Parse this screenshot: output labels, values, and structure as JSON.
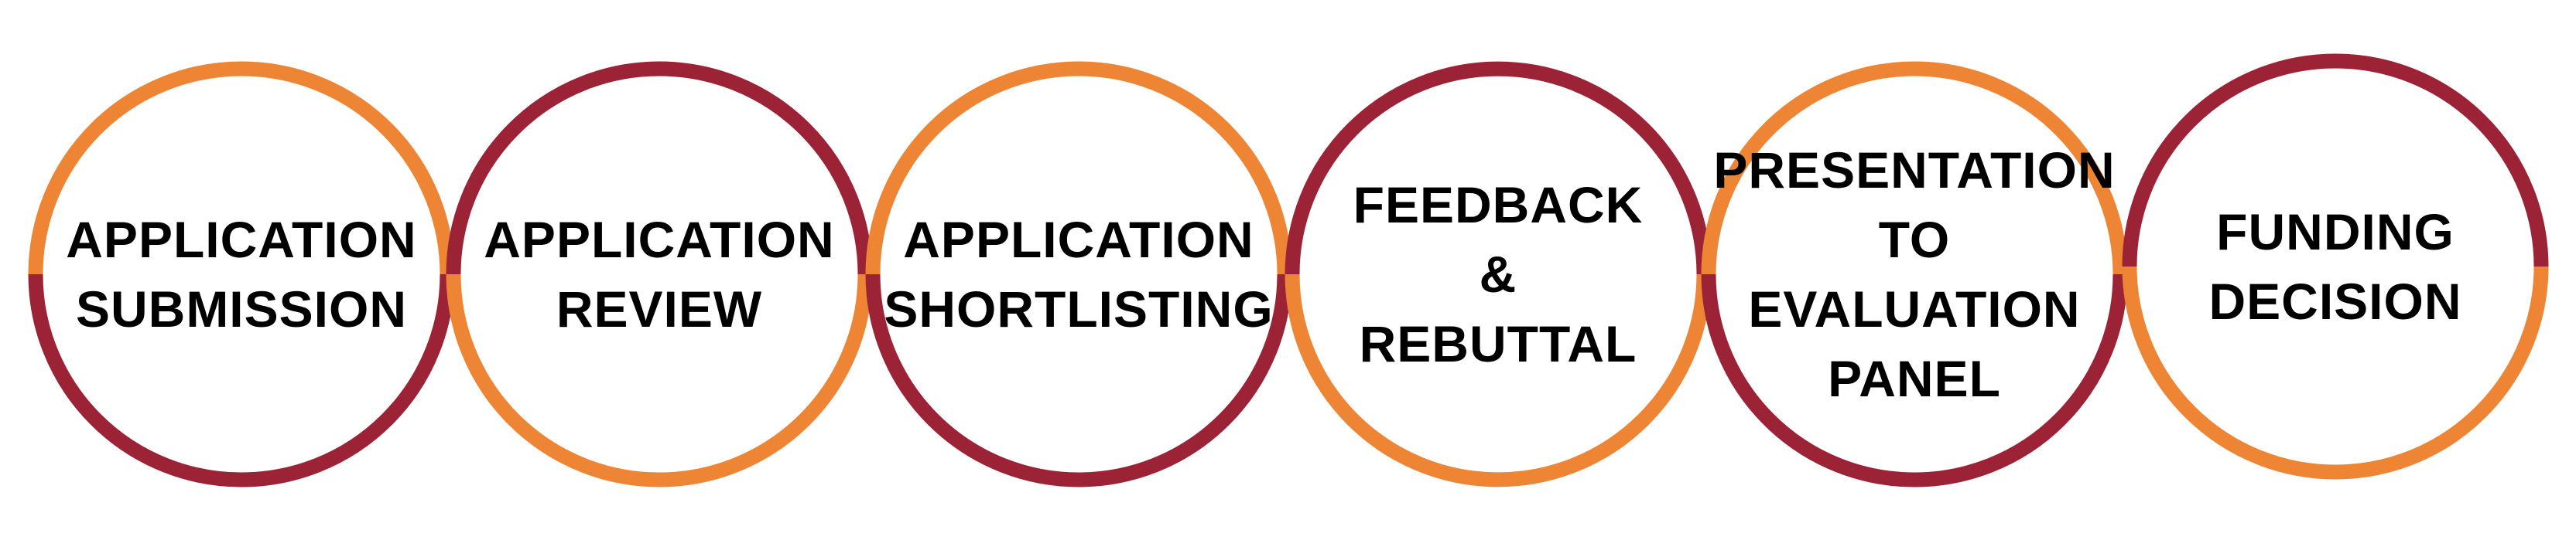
{
  "colors": {
    "orange": "#EE8535",
    "maroon": "#9B2335",
    "text": "#000000",
    "fill": "#FFFFFF"
  },
  "stages": [
    {
      "lines": [
        "APPLICATION",
        "SUBMISSION"
      ],
      "top_arc_color": "orange",
      "bottom_arc_color": "maroon"
    },
    {
      "lines": [
        "APPLICATION",
        "REVIEW"
      ],
      "top_arc_color": "maroon",
      "bottom_arc_color": "orange"
    },
    {
      "lines": [
        "APPLICATION",
        "SHORTLISTING"
      ],
      "top_arc_color": "orange",
      "bottom_arc_color": "maroon"
    },
    {
      "lines": [
        "FEEDBACK",
        "&",
        "REBUTTAL"
      ],
      "top_arc_color": "maroon",
      "bottom_arc_color": "orange"
    },
    {
      "lines": [
        "PRESENTATION",
        "TO",
        "EVALUATION",
        "PANEL"
      ],
      "top_arc_color": "orange",
      "bottom_arc_color": "maroon"
    },
    {
      "lines": [
        "FUNDING",
        "DECISION"
      ],
      "top_arc_color": "maroon",
      "bottom_arc_color": "orange"
    }
  ]
}
